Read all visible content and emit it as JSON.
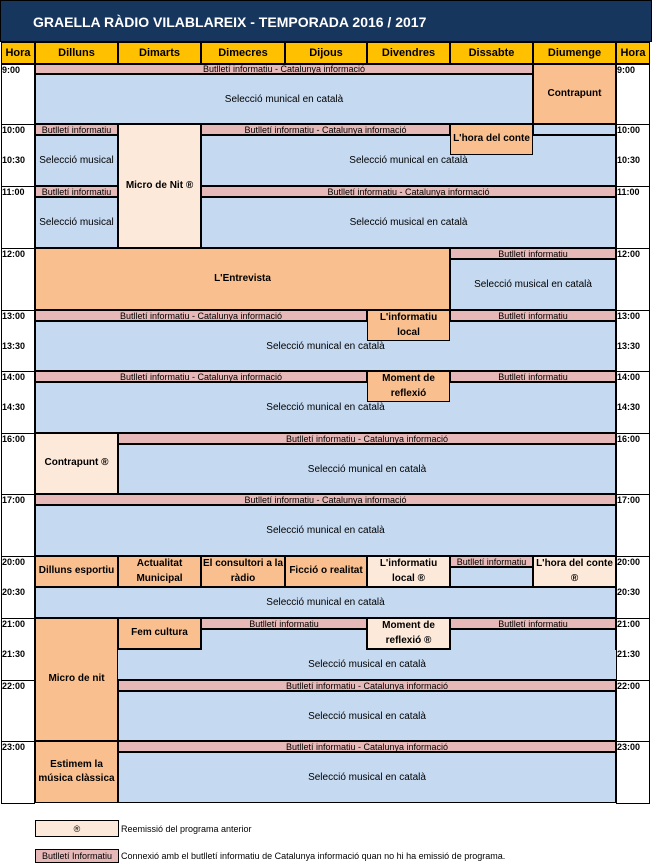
{
  "title": "GRAELLA RÀDIO VILABLAREIX - TEMPORADA 2016 / 2017",
  "columns": [
    "Hora",
    "Dilluns",
    "Dimarts",
    "Dimecres",
    "Dijous",
    "Divendres",
    "Dissabte",
    "Diumenge",
    "Hora"
  ],
  "times": [
    "9:00",
    "10:00",
    "10:30",
    "11:00",
    "12:00",
    "13:00",
    "13:30",
    "14:00",
    "14:30",
    "16:00",
    "17:00",
    "20:00",
    "20:30",
    "21:00",
    "21:30",
    "22:00",
    "23:00"
  ],
  "labels": {
    "butlleti_cat": "Butlletí informatiu - Catalunya informació",
    "butlleti": "Butlletí informatiu",
    "seleccio": "Selecció musical en català",
    "seleccio_munical": "Selecció munical en català",
    "seleccio_short": "Selecció musical",
    "contrapunt": "Contrapunt",
    "contrapunt_r": "Contrapunt ®",
    "micro_nit_r": "Micro de Nit ®",
    "micro_nit": "Micro de nit",
    "hora_conte": "L'hora del conte",
    "hora_conte_r": "L'hora del conte ®",
    "entrevista": "L'Entrevista",
    "informatiu_local": "L'informatiu local",
    "informatiu_local_r": "L'informatiu local ®",
    "moment_reflexio": "Moment de reflexió",
    "moment_reflexio_r": "Moment de reflexió ®",
    "dilluns_esportiu": "Dilluns esportiu",
    "actualitat_municipal": "Actualitat Municipal",
    "consultori": "El consultori a la ràdio",
    "ficcio": "Ficció o realitat",
    "fem_cultura": "Fem cultura",
    "estimem": "Estimem la música clàssica"
  },
  "legend": {
    "symbol": "®",
    "symbol_text": "Reemissió del programa anterior",
    "butlleti_label": "Butlletí Informatiu",
    "butlleti_text": "Connexió amb el butlletí informatiu de Catalunya informació quan no hi ha emissió de programa."
  },
  "colors": {
    "header": "#ffc000",
    "title_bg": "#17365d",
    "music": "#c5d9f1",
    "butlleti": "#e6b8b7",
    "program": "#fabf8f",
    "rerun": "#fde9d9"
  }
}
